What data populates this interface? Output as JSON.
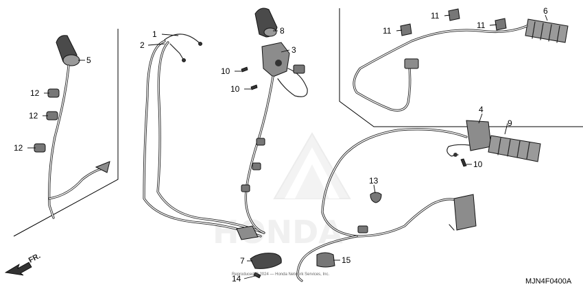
{
  "watermark": "HONDA",
  "copyright": "Reproduced © 2024 — Honda Network Services, Inc.",
  "diagram_code": "MJN4F0400A",
  "front_arrow_label": "FR.",
  "callouts": [
    {
      "id": "c1",
      "label": "1"
    },
    {
      "id": "c2",
      "label": "2"
    },
    {
      "id": "c3",
      "label": "3"
    },
    {
      "id": "c4",
      "label": "4"
    },
    {
      "id": "c5",
      "label": "5"
    },
    {
      "id": "c6",
      "label": "6"
    },
    {
      "id": "c7",
      "label": "7"
    },
    {
      "id": "c8",
      "label": "8"
    },
    {
      "id": "c9",
      "label": "9"
    },
    {
      "id": "c10a",
      "label": "10"
    },
    {
      "id": "c10b",
      "label": "10"
    },
    {
      "id": "c10c",
      "label": "10"
    },
    {
      "id": "c11a",
      "label": "11"
    },
    {
      "id": "c11b",
      "label": "11"
    },
    {
      "id": "c11c",
      "label": "11"
    },
    {
      "id": "c12a",
      "label": "12"
    },
    {
      "id": "c12b",
      "label": "12"
    },
    {
      "id": "c12c",
      "label": "12"
    },
    {
      "id": "c13",
      "label": "13"
    },
    {
      "id": "c14",
      "label": "14"
    },
    {
      "id": "c15",
      "label": "15"
    }
  ]
}
